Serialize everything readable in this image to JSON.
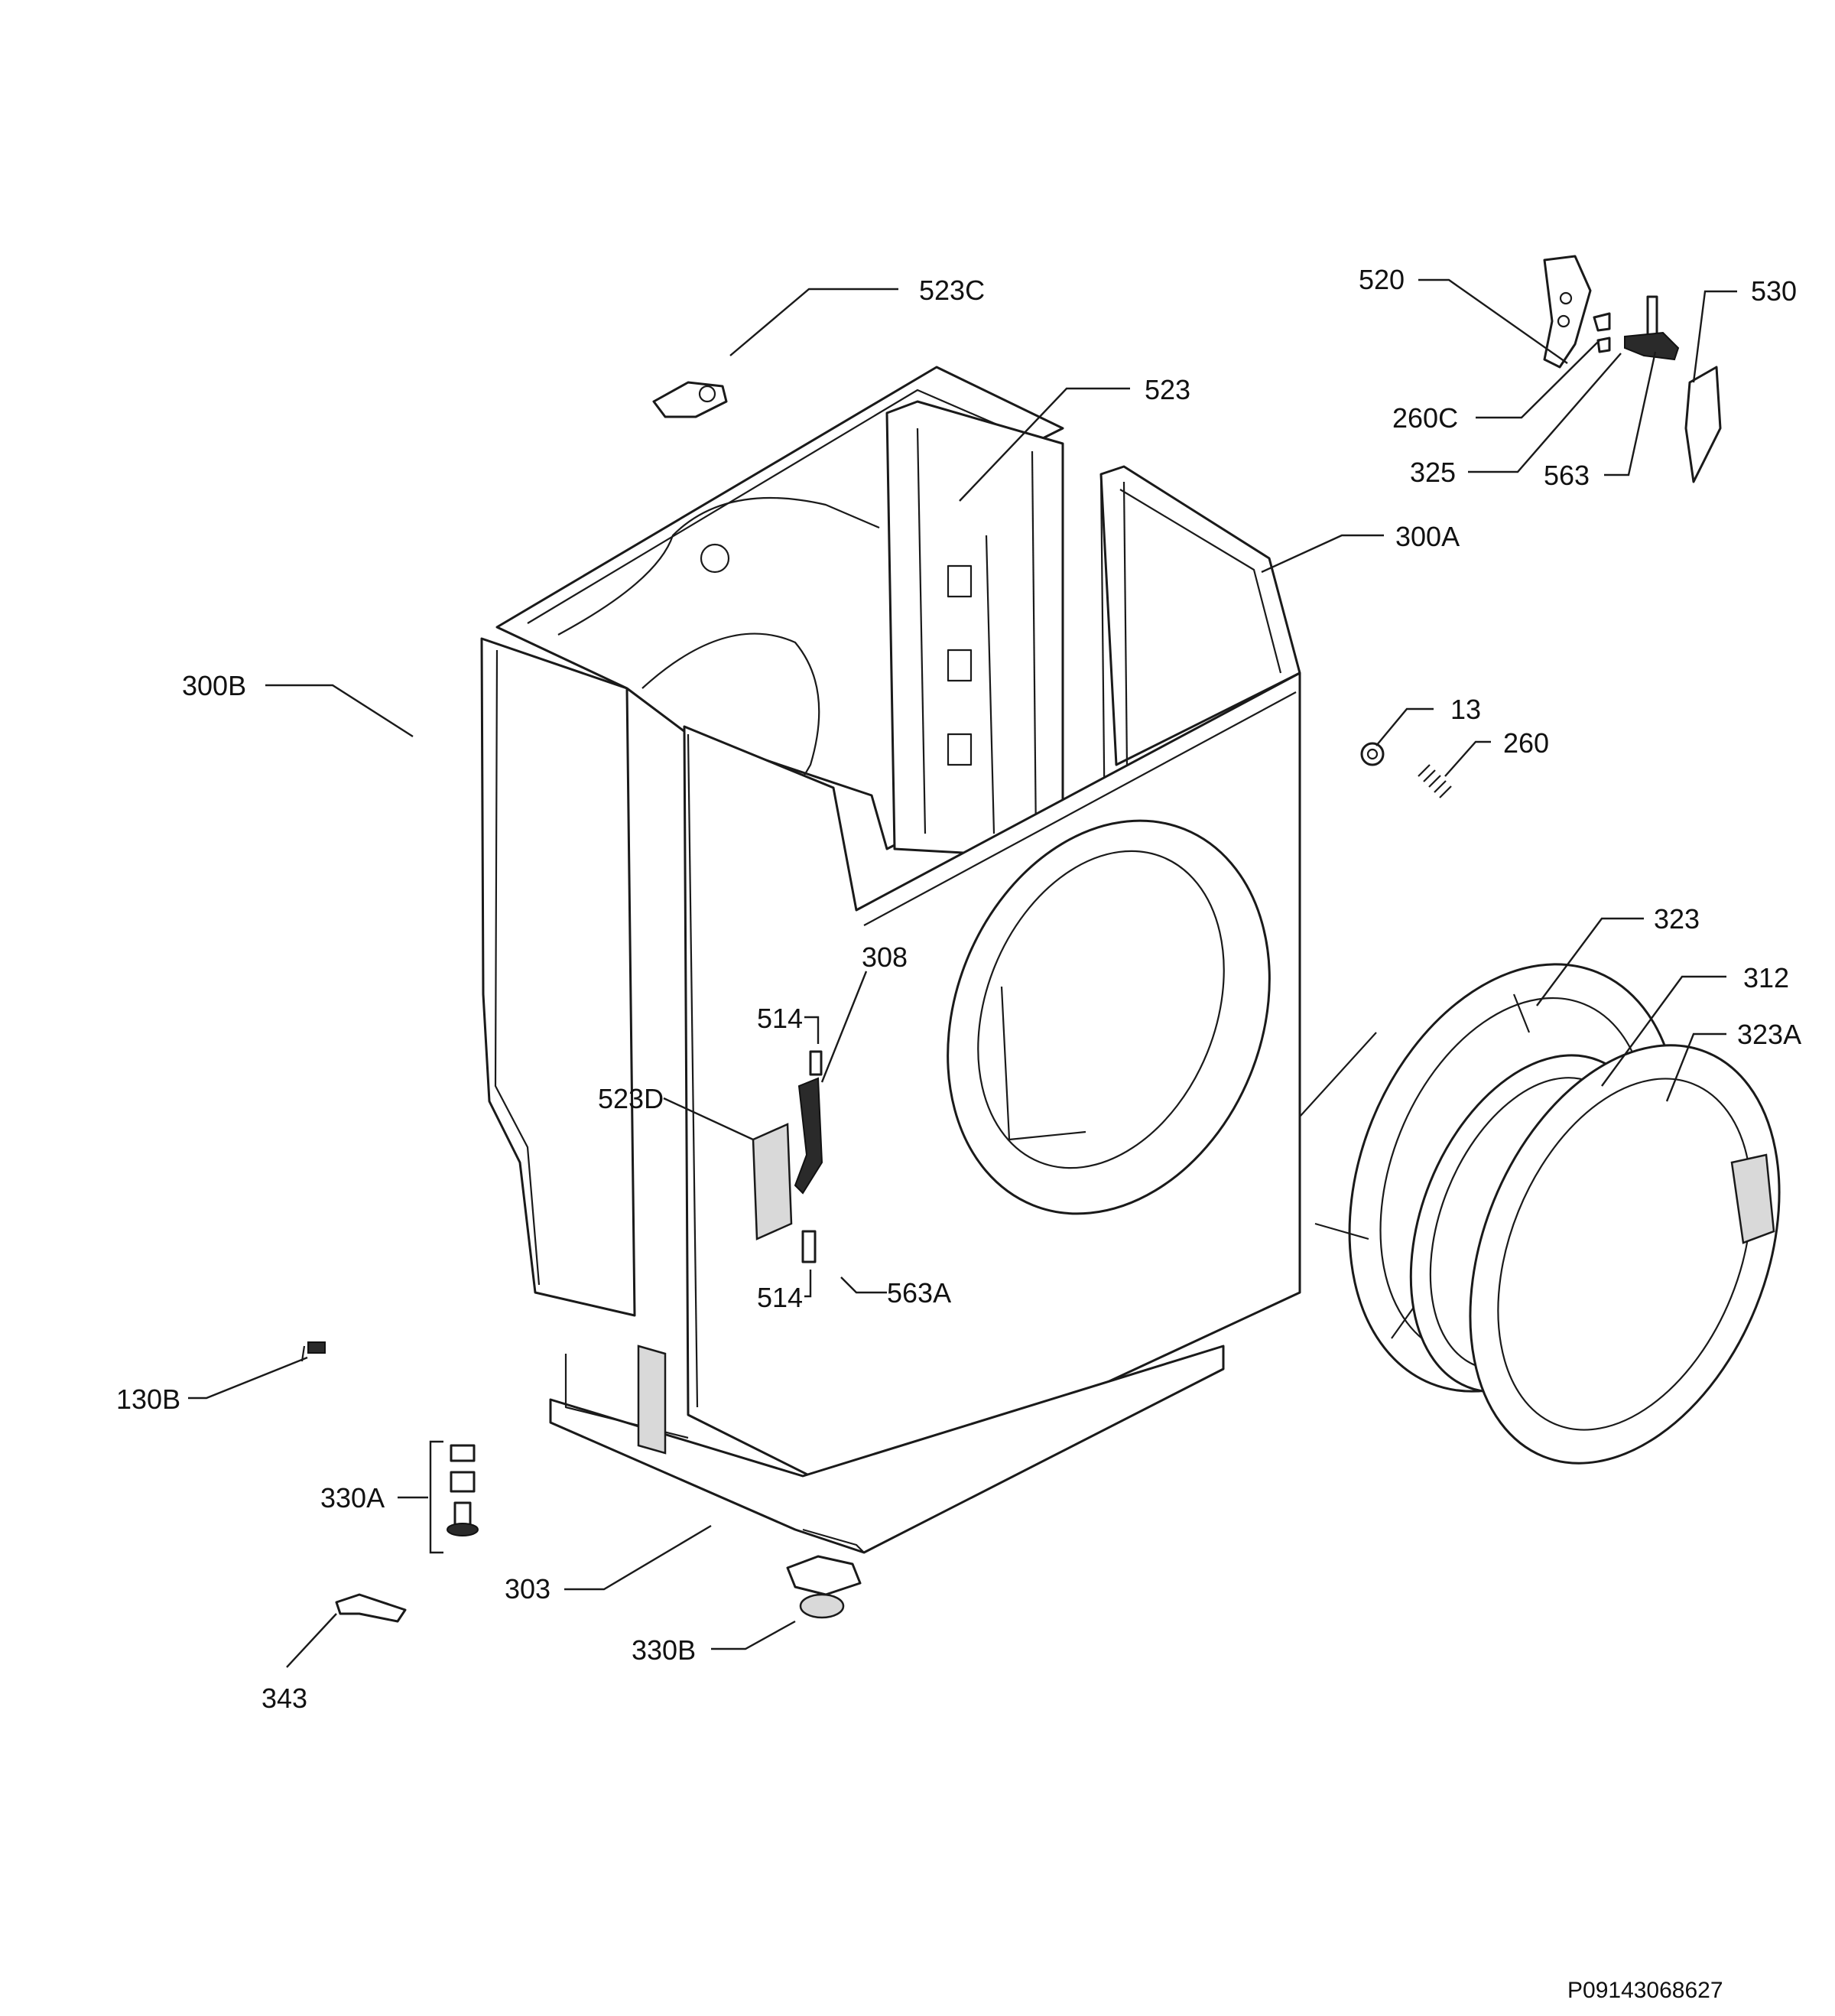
{
  "callouts": {
    "c523C": "523C",
    "c523": "523",
    "c520": "520",
    "c530": "530",
    "c260C": "260C",
    "c325": "325",
    "c563": "563",
    "c300A": "300A",
    "c300B": "300B",
    "c13": "13",
    "c260": "260",
    "c323": "323",
    "c312": "312",
    "c323A": "323A",
    "c308": "308",
    "c514a": "514",
    "c523D": "523D",
    "c514b": "514",
    "c563A": "563A",
    "c130B": "130B",
    "c330A": "330A",
    "c303": "303",
    "c330B": "330B",
    "c343": "343"
  },
  "drawing_code": "P09143068627"
}
